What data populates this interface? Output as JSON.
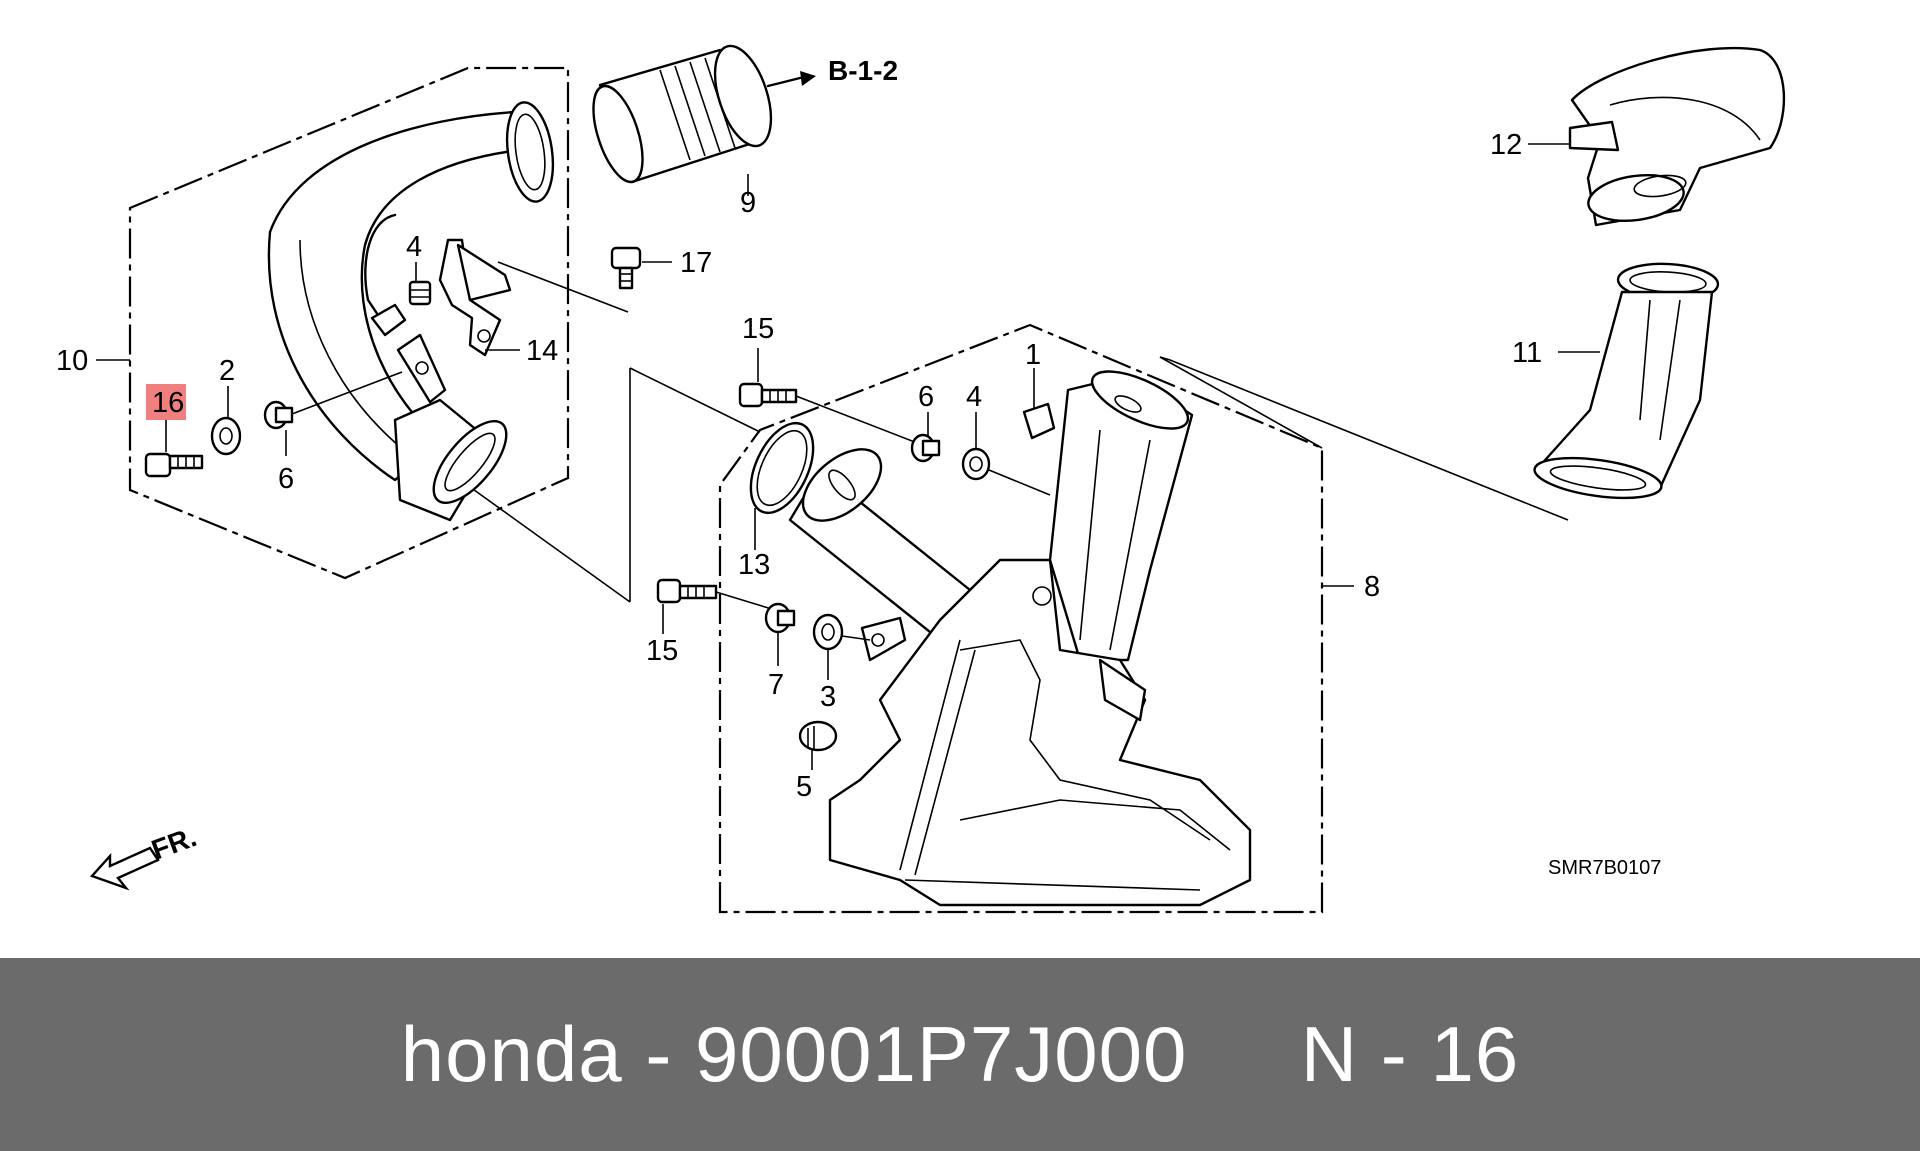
{
  "diagram": {
    "ref_label": "B-1-2",
    "fr_label": "FR.",
    "drawing_code": "SMR7B0107",
    "highlight_color": "#f08080",
    "callouts": {
      "c1": "1",
      "c2": "2",
      "c3": "3",
      "c4a": "4",
      "c4b": "4",
      "c5": "5",
      "c6a": "6",
      "c6b": "6",
      "c7": "7",
      "c8": "8",
      "c9": "9",
      "c10": "10",
      "c11": "11",
      "c12": "12",
      "c13": "13",
      "c14": "14",
      "c15a": "15",
      "c15b": "15",
      "c16": "16",
      "c17": "17"
    }
  },
  "footer": {
    "text": "honda - 90001P7J000     N - 16"
  }
}
